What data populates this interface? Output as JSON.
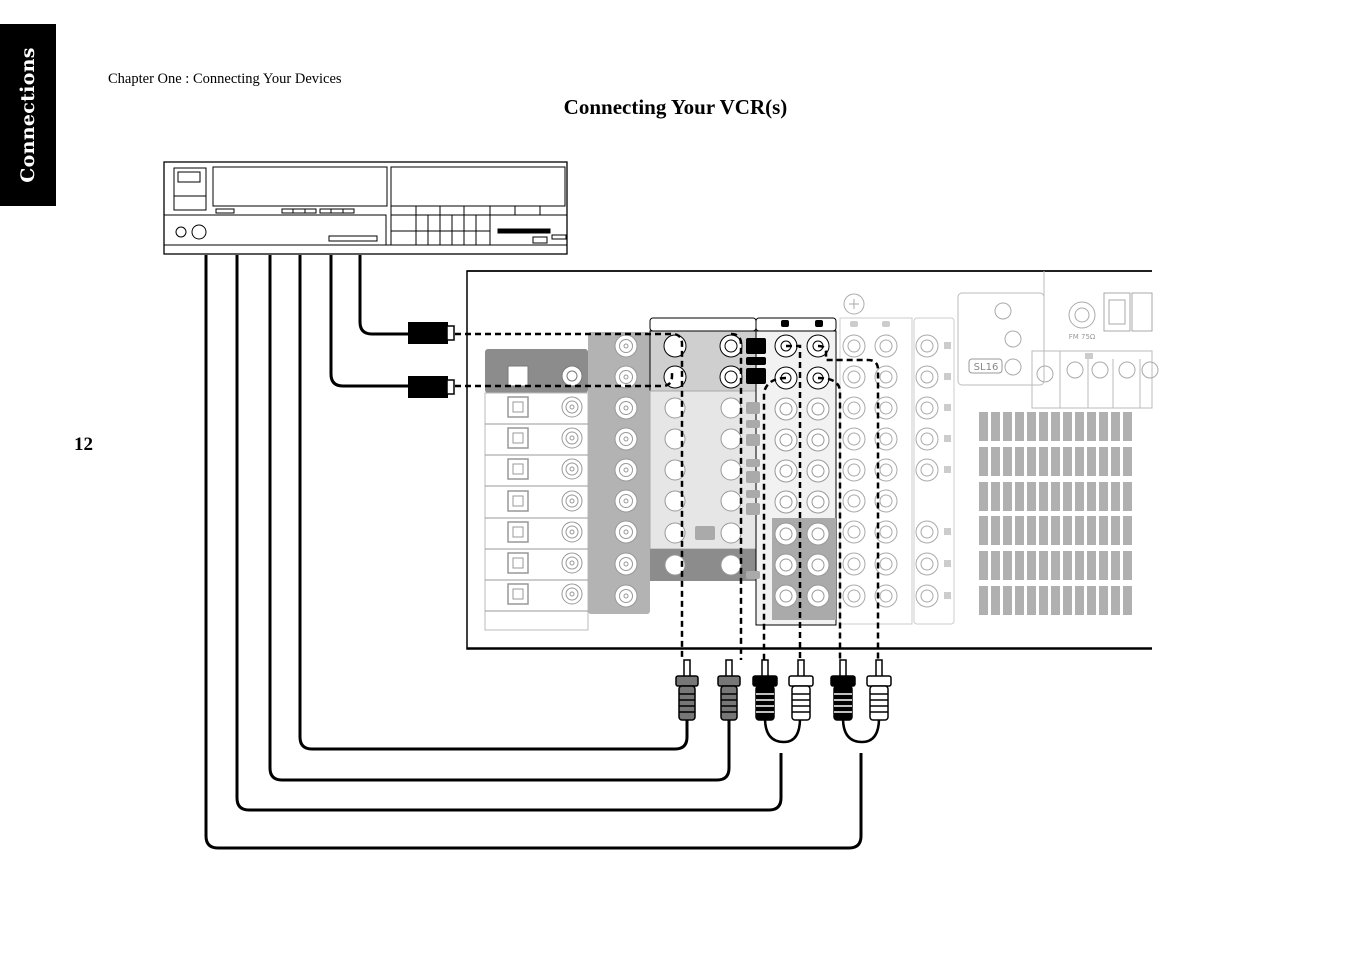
{
  "side_tab": {
    "label": "Connections"
  },
  "header": {
    "chapter": "Chapter One : Connecting Your Devices"
  },
  "page": {
    "title": "Connecting Your VCR(s)",
    "number": "12"
  },
  "receiver_labels": {
    "antenna": "FM 75Ω",
    "sl16": "SL16"
  }
}
